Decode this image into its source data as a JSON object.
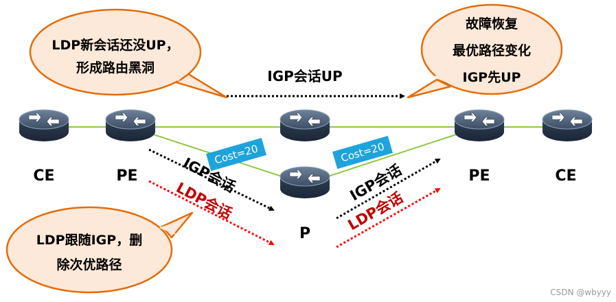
{
  "bubbles": {
    "top_left": [
      "LDP新会话还没UP，",
      "形成路由黑洞"
    ],
    "top_right": [
      "故障恢复",
      "最优路径变化",
      "IGP先UP"
    ],
    "bottom_left": [
      "LDP跟随IGP，删",
      "除次优路径"
    ]
  },
  "top_session_label": "IGP会话UP",
  "cost_labels": {
    "left": "Cost=20",
    "right": "Cost=20"
  },
  "session_labels": {
    "left_igp": "IGP会话",
    "left_ldp": "LDP会话",
    "right_igp": "IGP会话",
    "right_ldp": "LDP会话"
  },
  "node_labels": {
    "ce_left": "CE",
    "pe_left": "PE",
    "p": "P",
    "pe_right": "PE",
    "ce_right": "CE"
  },
  "watermark": "CSDN @wbyyy",
  "colors": {
    "link": "#8dc63f",
    "bubble_fill": "#fde9d9",
    "bubble_stroke": "#e46c0a",
    "cost_box": "#1ea3dc",
    "igp_arrow": "#000000",
    "ldp_arrow": "#ff0000",
    "ldp_text": "#c00000"
  }
}
